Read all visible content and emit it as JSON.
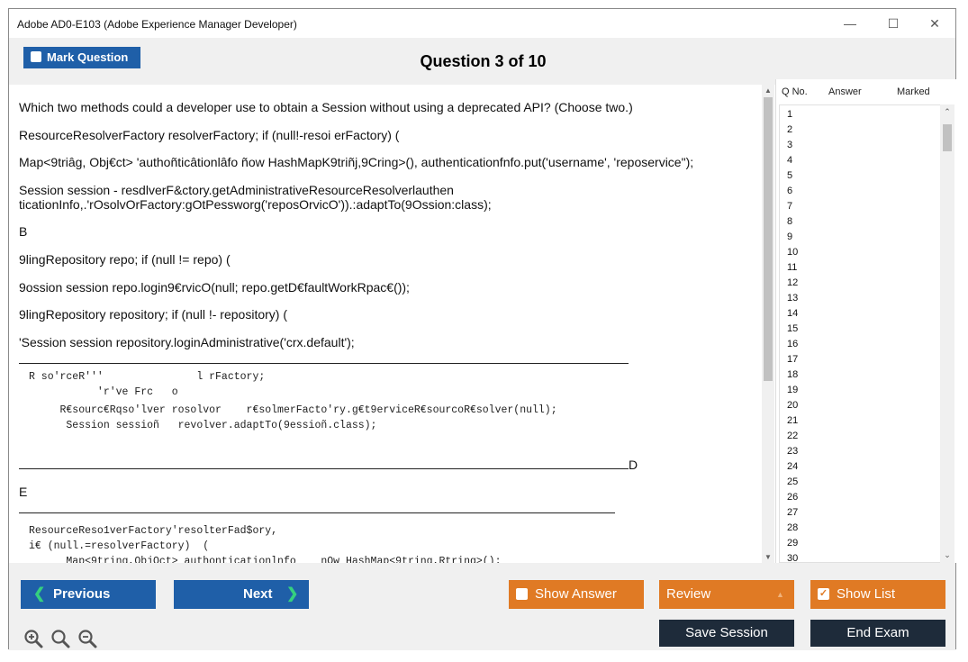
{
  "window": {
    "title": "Adobe AD0-E103 (Adobe Experience Manager Developer)",
    "controls": {
      "minimize": "—",
      "maximize": "☐",
      "close": "✕"
    }
  },
  "header": {
    "mark_label": "Mark Question",
    "question_title": "Question 3 of 10"
  },
  "question": {
    "lines": [
      "Which two methods could a developer use to obtain a Session without using a deprecated API? (Choose two.)",
      "ResourceResolverFactory resolverFactory; if (null!-resoi erFactory) (",
      "Map<9triâg, Obj€ct> 'authoñticâtionlâfo ñow HashMapK9triñj,9Cring>(), authenticationfnfo.put('username', 'reposervice\");",
      "Session session - resdlverF&ctory.getAdministrativeResourceResolverlauthen",
      "ticationInfo,.'rOsolvOrFactory:gOtPesswo‌rg('reposOrvicO')).:adaptTo(9Ossion:class);",
      "B",
      "9lingRepository repo; if (null != repo) (",
      "9ossion session repo.login9€rvicO(null; repo.getD€faultWorkRpac€());",
      "9lingRepository repository; if (null !- repository) (",
      "'Session session repository.loginAdministrative('crx.default');"
    ],
    "code_c": [
      "R so'rceR'''               l rFactory;",
      "           'r've Frc   o",
      "     R€sourc€Rqso'lver rosolvor    r€solmerFacto'ry.g€t9erviceR€sourcoR€solver(null);",
      "      Session sessioñ   revolver.adaptTo(9essioñ.class);"
    ],
    "label_d": "D",
    "label_e": "E",
    "code_e": [
      "ResourceReso1verFactory'resolterFad$ory,",
      "i€ (null.=resolverFactory)  (",
      "      Map<9tring,ObjOct> authonticationlnfo    nOw HashMap<9tring,Rtring>();"
    ]
  },
  "question_list": {
    "headers": {
      "number": "Q No.",
      "answer": "Answer",
      "marked": "Marked"
    },
    "numbers": [
      "1",
      "2",
      "3",
      "4",
      "5",
      "6",
      "7",
      "8",
      "9",
      "10",
      "11",
      "12",
      "13",
      "14",
      "15",
      "16",
      "17",
      "18",
      "19",
      "20",
      "21",
      "22",
      "23",
      "24",
      "25",
      "26",
      "27",
      "28",
      "29",
      "30"
    ]
  },
  "footer": {
    "previous_label": "Previous",
    "next_label": "Next",
    "show_answer_label": "Show Answer",
    "review_label": "Review",
    "show_list_label": "Show List",
    "save_session_label": "Save Session",
    "end_exam_label": "End Exam",
    "zoom_icons": [
      "zoom-in-icon",
      "zoom-reset-icon",
      "zoom-out-icon"
    ]
  },
  "colors": {
    "accent_blue": "#1f5fa8",
    "accent_orange": "#e07a24",
    "dark": "#1e2b3a"
  }
}
